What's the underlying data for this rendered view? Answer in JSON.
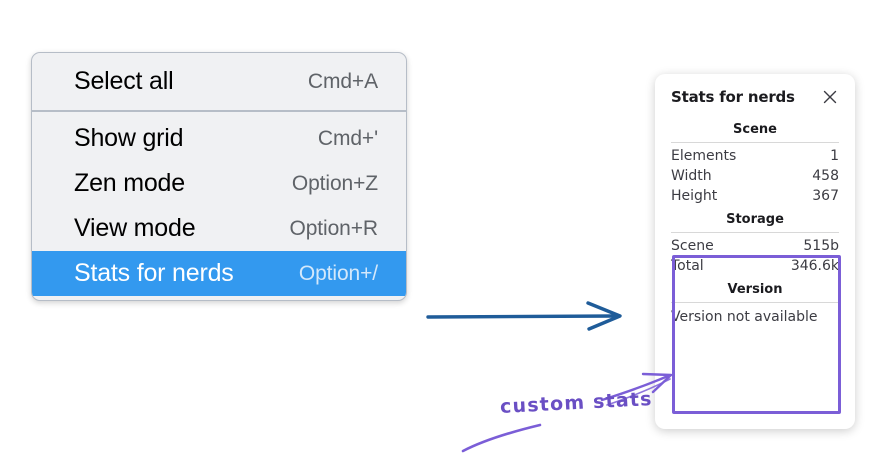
{
  "context_menu": {
    "groups": [
      {
        "items": [
          {
            "label": "Select all",
            "shortcut": "Cmd+A",
            "selected": false
          }
        ]
      },
      {
        "items": [
          {
            "label": "Show grid",
            "shortcut": "Cmd+'",
            "selected": false
          },
          {
            "label": "Zen mode",
            "shortcut": "Option+Z",
            "selected": false
          },
          {
            "label": "View mode",
            "shortcut": "Option+R",
            "selected": false
          },
          {
            "label": "Stats for nerds",
            "shortcut": "Option+/",
            "selected": true
          }
        ]
      }
    ],
    "highlight_color": "#3399ef"
  },
  "stats_panel": {
    "title": "Stats for nerds",
    "close_icon": "close-icon",
    "sections": [
      {
        "name": "Scene",
        "rows": [
          {
            "key": "Elements",
            "value": "1"
          },
          {
            "key": "Width",
            "value": "458"
          },
          {
            "key": "Height",
            "value": "367"
          }
        ]
      },
      {
        "name": "Storage",
        "rows": [
          {
            "key": "Scene",
            "value": "515b"
          },
          {
            "key": "Total",
            "value": "346.6k"
          }
        ]
      },
      {
        "name": "Version",
        "note": "Version not available",
        "rows": []
      }
    ]
  },
  "annotations": {
    "custom_stats_label": "custom stats",
    "purple_color": "#7b5ed7",
    "blue_arrow_color": "#1f5c99"
  }
}
